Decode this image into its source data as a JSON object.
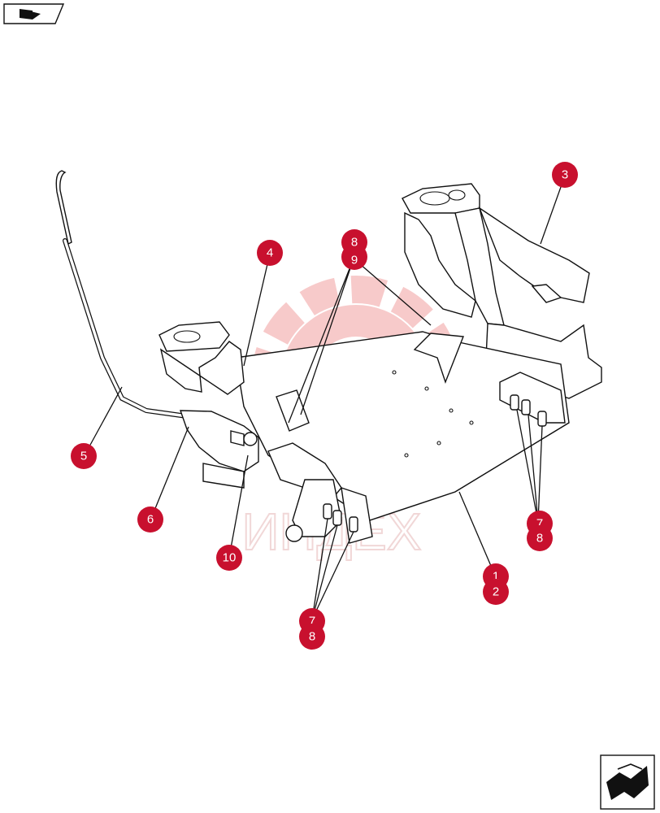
{
  "watermark": {
    "text": "ИНДЕХ",
    "color": "#f2a0a0"
  },
  "nav": {
    "top_left_icon": "forward-book-icon",
    "bottom_right_icon": "page-turn-icon"
  },
  "callout_color": "#c8102e",
  "callouts": {
    "c1": "1",
    "c2": "2",
    "c3": "3",
    "c4": "4",
    "c5": "5",
    "c6": "6",
    "c7a": "7",
    "c8a": "8",
    "c7b": "7",
    "c8b": "8",
    "c8c": "8",
    "c9": "9",
    "c10": "10"
  }
}
